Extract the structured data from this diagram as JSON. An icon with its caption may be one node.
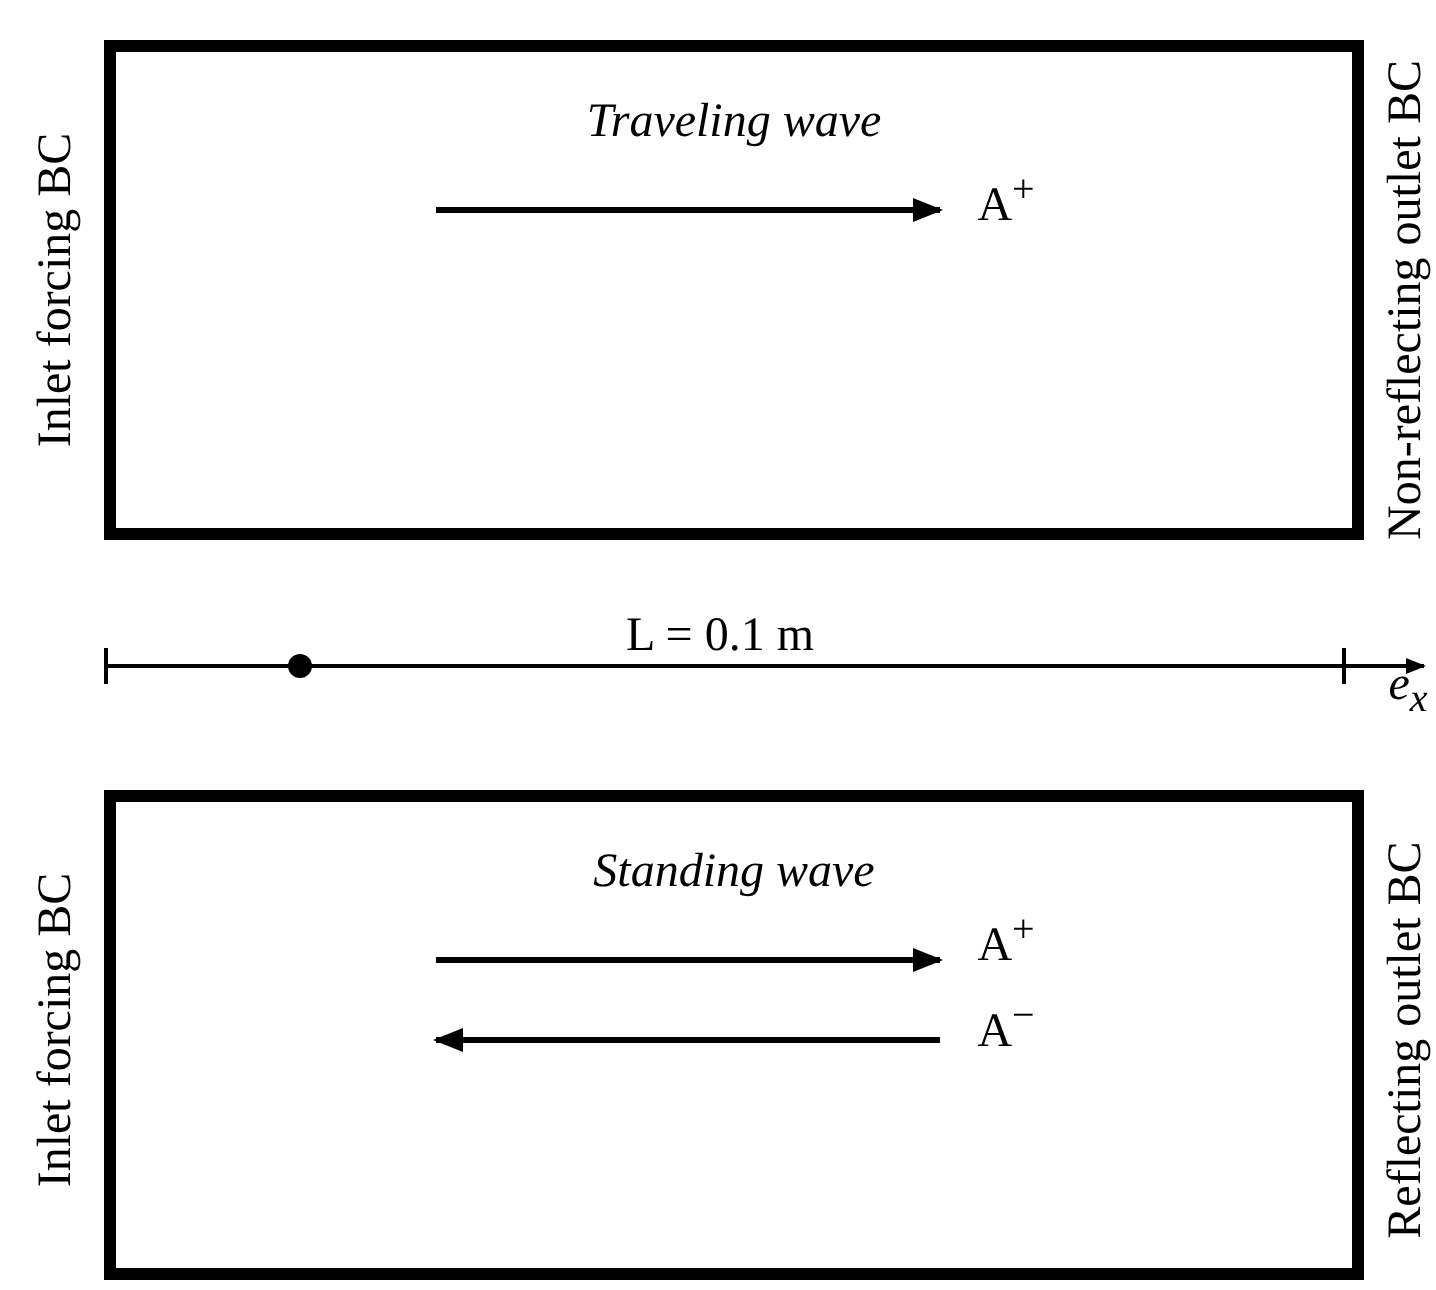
{
  "diagram": {
    "nodes": [
      {
        "text": [
          "Traveling wave"
        ]
      },
      {
        "text": [
          "Standing wave"
        ]
      }
    ],
    "labels": [
      "Inlet forcing BC",
      "A$^{+}$",
      "Non-reflecting outlet BC",
      "L = 0.1 m",
      "e$_{x}$",
      "Inlet forcing BC",
      "A$^{+}$",
      "A$^{−}$",
      "Reflecting outlet BC"
    ]
  }
}
